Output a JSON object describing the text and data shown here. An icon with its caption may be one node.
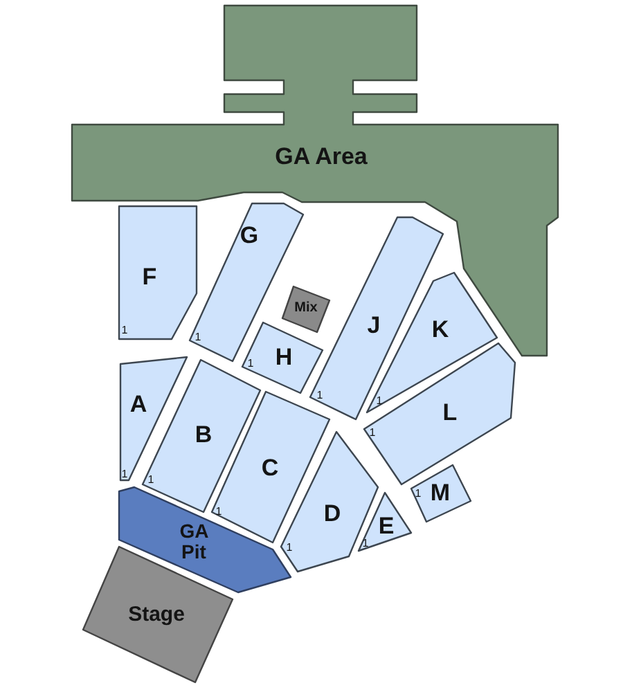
{
  "diagram": {
    "nodes": [
      {
        "text": [
          "GA Area"
        ]
      },
      {
        "text": [
          "F",
          "1"
        ]
      },
      {
        "text": [
          "G",
          "1"
        ]
      },
      {
        "text": [
          "Mix"
        ]
      },
      {
        "text": [
          "J",
          "1"
        ]
      },
      {
        "text": [
          "K",
          "1"
        ]
      },
      {
        "text": [
          "1",
          "H"
        ]
      },
      {
        "text": [
          "A",
          "1"
        ]
      },
      {
        "text": [
          "B",
          "1"
        ]
      },
      {
        "text": [
          "C",
          "1"
        ]
      },
      {
        "text": [
          "L",
          "1"
        ]
      },
      {
        "text": [
          "D",
          "1"
        ]
      },
      {
        "text": [
          "1",
          "M"
        ]
      },
      {
        "text": [
          "E",
          "1"
        ]
      },
      {
        "text": [
          "GA Pit"
        ]
      },
      {
        "text": [
          "Stage"
        ]
      }
    ]
  }
}
